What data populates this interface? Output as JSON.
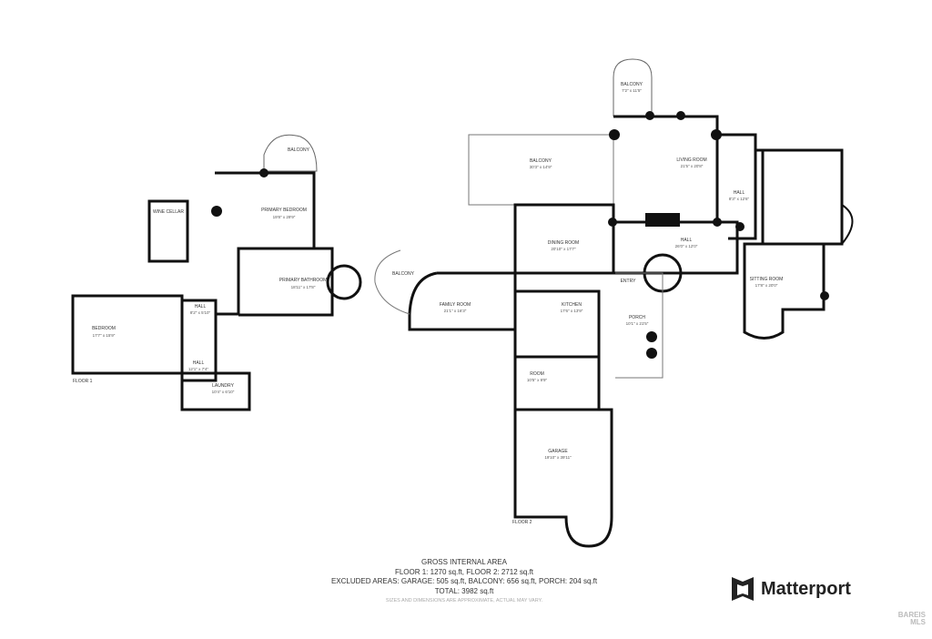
{
  "floors": {
    "floor1": {
      "tag": "FLOOR 1",
      "rooms": [
        {
          "id": "wine-cellar",
          "name": "WINE CELLAR",
          "dims": ""
        },
        {
          "id": "balcony-upper",
          "name": "BALCONY",
          "dims": ""
        },
        {
          "id": "primary-bedroom",
          "name": "PRIMARY BEDROOM",
          "dims": "19'8\" x 29'9\""
        },
        {
          "id": "primary-bathroom",
          "name": "PRIMARY BATHROOM",
          "dims": "18'11\" x 17'8\""
        },
        {
          "id": "bedroom",
          "name": "BEDROOM",
          "dims": "17'7\" x 15'9\""
        },
        {
          "id": "hall-a",
          "name": "HALL",
          "dims": "8'2\" x 5'10\""
        },
        {
          "id": "hall-b",
          "name": "HALL",
          "dims": "12'1\" x 7'4\""
        },
        {
          "id": "laundry",
          "name": "LAUNDRY",
          "dims": "10'4\" x 6'10\""
        }
      ]
    },
    "floor2": {
      "tag": "FLOOR 2",
      "rooms": [
        {
          "id": "balcony-top",
          "name": "BALCONY",
          "dims": "7'2\" x 11'5\""
        },
        {
          "id": "balcony-main",
          "name": "BALCONY",
          "dims": "30'3\" x 14'9\""
        },
        {
          "id": "living-room",
          "name": "LIVING ROOM",
          "dims": "21'5\" x 20'8\""
        },
        {
          "id": "hall-small",
          "name": "HALL",
          "dims": "8'3\" x 12'6\""
        },
        {
          "id": "dining-room",
          "name": "DINING ROOM",
          "dims": "20'10\" x 17'7\""
        },
        {
          "id": "hall-main",
          "name": "HALL",
          "dims": "26'0\" x 12'0\""
        },
        {
          "id": "balcony-left",
          "name": "BALCONY",
          "dims": ""
        },
        {
          "id": "family-room",
          "name": "FAMILY ROOM",
          "dims": "21'1\" x 16'3\""
        },
        {
          "id": "kitchen",
          "name": "KITCHEN",
          "dims": "17'6\" x 13'9\""
        },
        {
          "id": "entry",
          "name": "ENTRY",
          "dims": ""
        },
        {
          "id": "porch",
          "name": "PORCH",
          "dims": "10'1\" x 21'5\""
        },
        {
          "id": "sitting-room",
          "name": "SITTING ROOM",
          "dims": "17'8\" x 20'0\""
        },
        {
          "id": "room",
          "name": "ROOM",
          "dims": "10'5\" x 9'9\""
        },
        {
          "id": "garage",
          "name": "GARAGE",
          "dims": "19'10\" x 39'11\""
        }
      ]
    }
  },
  "summary": {
    "heading": "GROSS INTERNAL AREA",
    "line1": "FLOOR 1: 1270 sq.ft, FLOOR 2: 2712 sq.ft",
    "line2": "EXCLUDED AREAS: GARAGE: 505 sq.ft, BALCONY: 656 sq.ft, PORCH: 204 sq.ft",
    "line3": "TOTAL: 3982 sq.ft",
    "disclaimer": "SIZES AND DIMENSIONS ARE APPROXIMATE, ACTUAL MAY VARY."
  },
  "brand": {
    "name": "Matterport",
    "icon": "matterport-logo-icon"
  },
  "badge": {
    "line1": "BAREIS",
    "line2": "MLS"
  }
}
